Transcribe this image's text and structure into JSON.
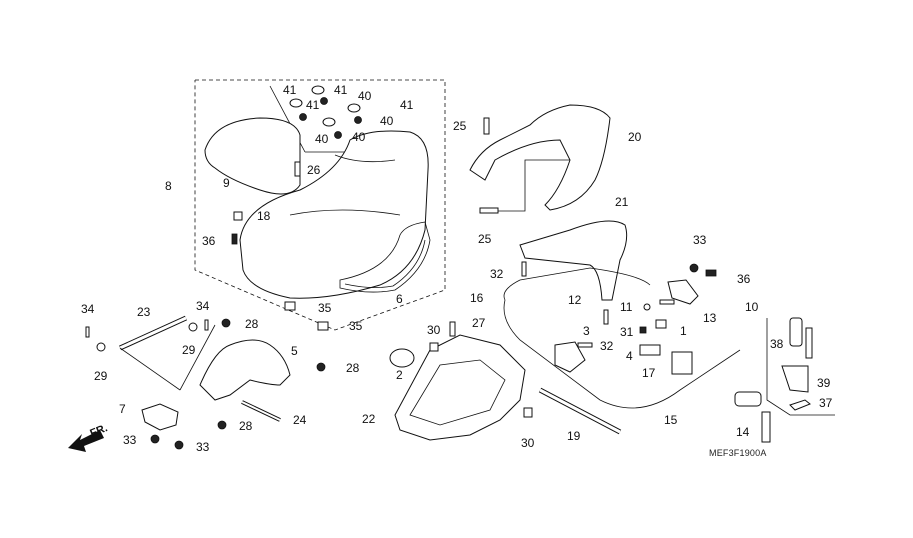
{
  "diagram": {
    "title": "Seat / Rear Carrier / Luggage Box Parts Diagram",
    "code": "MEF3F1900A",
    "front_indicator": "FR.",
    "callouts": [
      {
        "id": "c41a",
        "label": "41"
      },
      {
        "id": "c41b",
        "label": "41"
      },
      {
        "id": "c40a",
        "label": "40"
      },
      {
        "id": "c41c",
        "label": "41"
      },
      {
        "id": "c41d",
        "label": "41"
      },
      {
        "id": "c40b",
        "label": "40"
      },
      {
        "id": "c40c",
        "label": "40"
      },
      {
        "id": "c40d",
        "label": "40"
      },
      {
        "id": "c26",
        "label": "26"
      },
      {
        "id": "c8",
        "label": "8"
      },
      {
        "id": "c9",
        "label": "9"
      },
      {
        "id": "c18",
        "label": "18"
      },
      {
        "id": "c36a",
        "label": "36"
      },
      {
        "id": "c6",
        "label": "6"
      },
      {
        "id": "c35a",
        "label": "35"
      },
      {
        "id": "c35b",
        "label": "35"
      },
      {
        "id": "c34a",
        "label": "34"
      },
      {
        "id": "c23",
        "label": "23"
      },
      {
        "id": "c34b",
        "label": "34"
      },
      {
        "id": "c28a",
        "label": "28"
      },
      {
        "id": "c29a",
        "label": "29"
      },
      {
        "id": "c29b",
        "label": "29"
      },
      {
        "id": "c5",
        "label": "5"
      },
      {
        "id": "c28b",
        "label": "28"
      },
      {
        "id": "c7",
        "label": "7"
      },
      {
        "id": "c24",
        "label": "24"
      },
      {
        "id": "c28c",
        "label": "28"
      },
      {
        "id": "c33a",
        "label": "33"
      },
      {
        "id": "c33b",
        "label": "33"
      },
      {
        "id": "c25a",
        "label": "25"
      },
      {
        "id": "c20",
        "label": "20"
      },
      {
        "id": "c25b",
        "label": "25"
      },
      {
        "id": "c21",
        "label": "21"
      },
      {
        "id": "c32a",
        "label": "32"
      },
      {
        "id": "c16",
        "label": "16"
      },
      {
        "id": "c30a",
        "label": "30"
      },
      {
        "id": "c27",
        "label": "27"
      },
      {
        "id": "c2",
        "label": "2"
      },
      {
        "id": "c22",
        "label": "22"
      },
      {
        "id": "c30b",
        "label": "30"
      },
      {
        "id": "c12",
        "label": "12"
      },
      {
        "id": "c3",
        "label": "3"
      },
      {
        "id": "c32b",
        "label": "32"
      },
      {
        "id": "c19",
        "label": "19"
      },
      {
        "id": "c33c",
        "label": "33"
      },
      {
        "id": "c36b",
        "label": "36"
      },
      {
        "id": "c10",
        "label": "10"
      },
      {
        "id": "c11",
        "label": "11"
      },
      {
        "id": "c13",
        "label": "13"
      },
      {
        "id": "c31",
        "label": "31"
      },
      {
        "id": "c1",
        "label": "1"
      },
      {
        "id": "c4",
        "label": "4"
      },
      {
        "id": "c17",
        "label": "17"
      },
      {
        "id": "c15",
        "label": "15"
      },
      {
        "id": "c14",
        "label": "14"
      },
      {
        "id": "c38",
        "label": "38"
      },
      {
        "id": "c39",
        "label": "39"
      },
      {
        "id": "c37",
        "label": "37"
      }
    ]
  }
}
